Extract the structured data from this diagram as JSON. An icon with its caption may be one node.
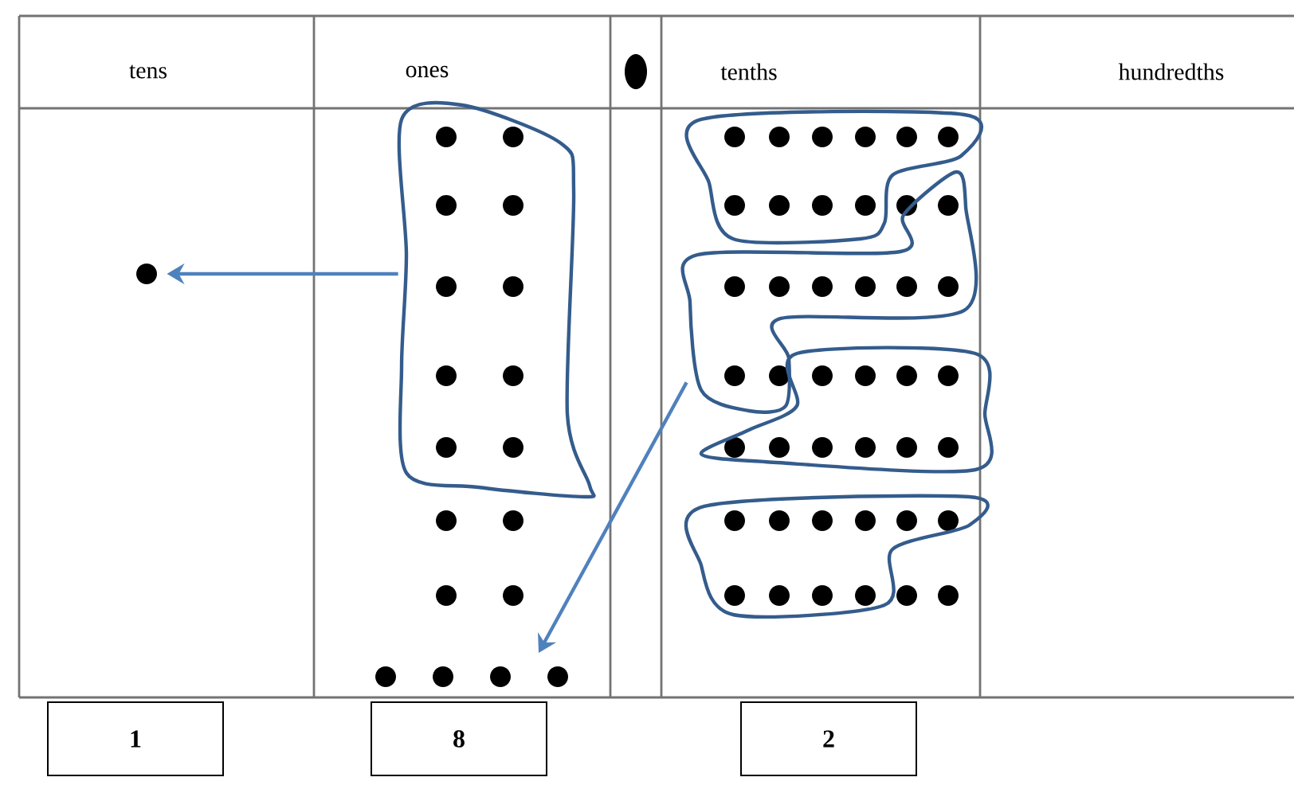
{
  "diagram": {
    "nodes": [
      {
        "text": [],
        "shape": "loop"
      },
      {
        "text": [],
        "shape": "loop"
      },
      {
        "text": [],
        "shape": "loop"
      },
      {
        "text": [],
        "shape": "loop"
      },
      {
        "text": [],
        "shape": "loop"
      },
      {
        "text": [],
        "shape": "circle"
      },
      {
        "text": [
          "1"
        ]
      },
      {
        "text": [
          "8"
        ]
      },
      {
        "text": [
          "2"
        ]
      }
    ],
    "edges": [
      {
        "from": 0,
        "to": 5,
        "arrow": "to"
      },
      {
        "from": 2,
        "to": null,
        "arrow": "to"
      }
    ],
    "labels": [
      "tens",
      "ones",
      "tenths",
      "hundredths"
    ]
  }
}
